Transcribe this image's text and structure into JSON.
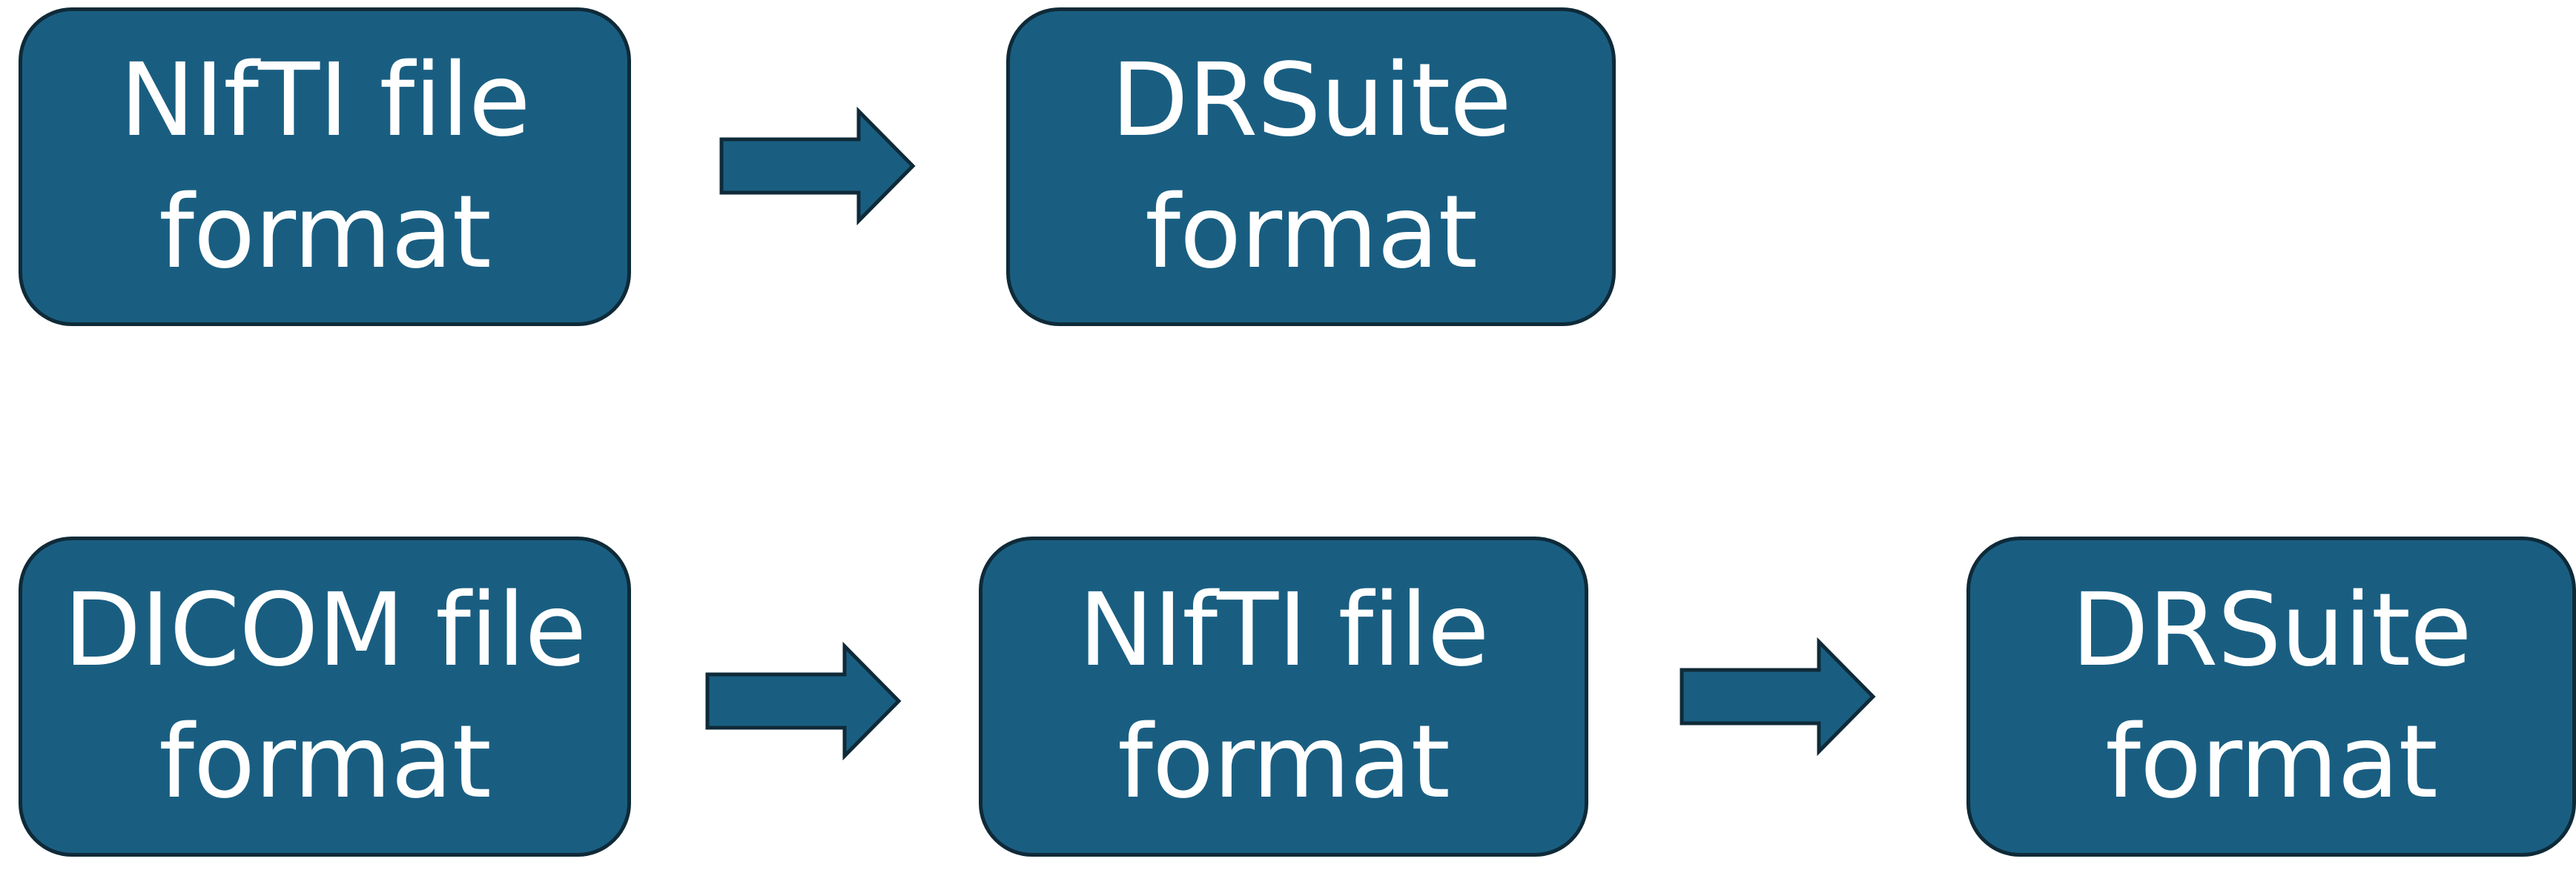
{
  "colors": {
    "box_fill": "#195e81",
    "box_stroke": "#0f2a38",
    "text": "#ffffff"
  },
  "rows": [
    {
      "boxes": [
        {
          "line1": "NIfTI file",
          "line2": "format"
        },
        {
          "line1": "DRSuite",
          "line2": "format"
        }
      ]
    },
    {
      "boxes": [
        {
          "line1": "DICOM file",
          "line2": "format"
        },
        {
          "line1": "NIfTI file",
          "line2": "format"
        },
        {
          "line1": "DRSuite",
          "line2": "format"
        }
      ]
    }
  ]
}
